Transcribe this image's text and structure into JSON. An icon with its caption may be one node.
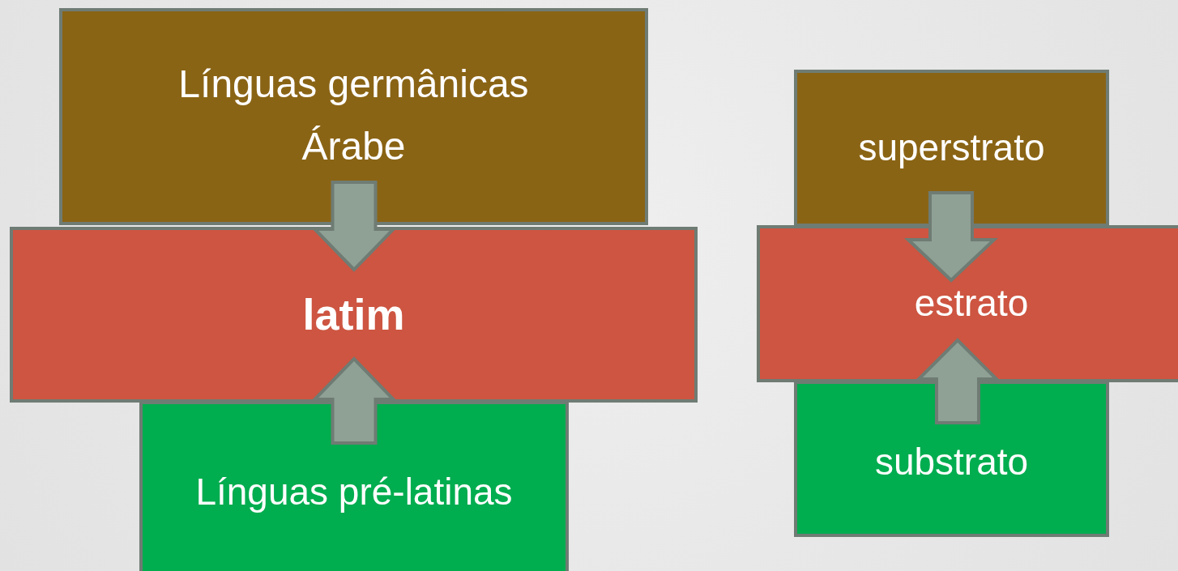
{
  "diagram": {
    "nodes": [
      {
        "text": [
          "Línguas germânicas",
          "Árabe"
        ]
      },
      {
        "text": [
          "latim"
        ]
      },
      {
        "text": [
          "Línguas pré-latinas"
        ]
      },
      {
        "text": [
          "superstrato"
        ]
      },
      {
        "text": [
          "estrato"
        ]
      },
      {
        "text": [
          "substrato"
        ]
      }
    ],
    "edges": [
      {
        "from": 0,
        "to": 1,
        "arrow": "to"
      },
      {
        "from": 2,
        "to": 1,
        "arrow": "to"
      },
      {
        "from": 3,
        "to": 4,
        "arrow": "to"
      },
      {
        "from": 5,
        "to": 4,
        "arrow": "to"
      }
    ]
  }
}
